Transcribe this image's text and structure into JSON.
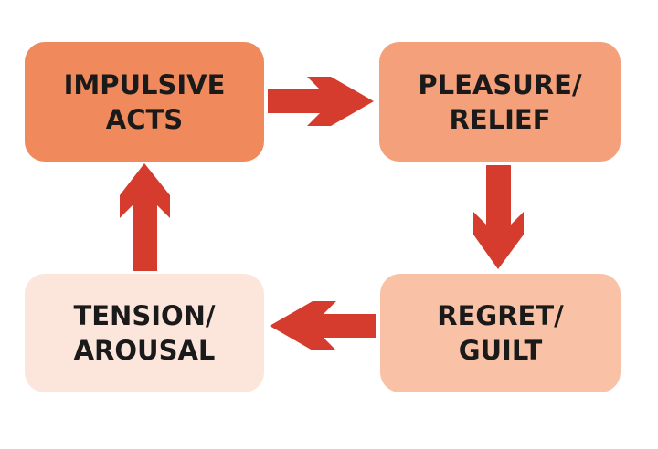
{
  "diagram": {
    "type": "cycle",
    "colors": {
      "arrow": "#d63c2e",
      "text": "#1a1a1a",
      "background": "#ffffff"
    },
    "nodes": [
      {
        "id": "impulsive",
        "line1": "IMPULSIVE",
        "line2": "ACTS",
        "color": "#f08a5d"
      },
      {
        "id": "pleasure",
        "line1": "PLEASURE/",
        "line2": "RELIEF",
        "color": "#f4a07a"
      },
      {
        "id": "regret",
        "line1": "REGRET/",
        "line2": "GUILT",
        "color": "#f9c2a6"
      },
      {
        "id": "tension",
        "line1": "TENSION/",
        "line2": "AROUSAL",
        "color": "#fce6dc"
      }
    ],
    "edges": [
      {
        "from": "impulsive",
        "to": "pleasure",
        "direction": "right"
      },
      {
        "from": "pleasure",
        "to": "regret",
        "direction": "down"
      },
      {
        "from": "regret",
        "to": "tension",
        "direction": "left"
      },
      {
        "from": "tension",
        "to": "impulsive",
        "direction": "up"
      }
    ]
  }
}
